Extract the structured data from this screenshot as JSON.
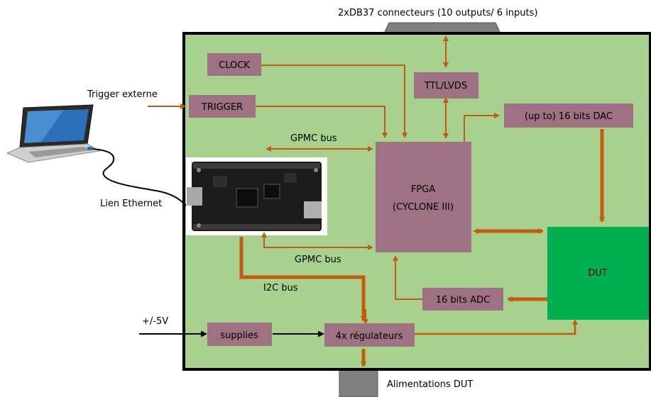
{
  "labels": {
    "connectors": "2xDB37 connecteurs (10 outputs/ 6 inputs)",
    "trigger_externe": "Trigger externe",
    "lien_ethernet": "Lien Ethernet",
    "gpmc_bus_top": "GPMC bus",
    "gpmc_bus_bottom": "GPMC bus",
    "i2c_bus": "I2C bus",
    "supply_voltage": "+/-5V",
    "alimentations_dut": "Alimentations DUT"
  },
  "boxes": {
    "clock": "CLOCK",
    "trigger": "TRIGGER",
    "ttl_lvds": "TTL/LVDS",
    "dac": "(up to)  16 bits DAC",
    "fpga_line1": "FPGA",
    "fpga_line2": "(CYCLONE III)",
    "dut": "DUT",
    "adc": "16 bits ADC",
    "supplies": "supplies",
    "regulators": "4x régulateurs"
  },
  "colors": {
    "board": "#a9d18e",
    "box": "#9e7183",
    "dut": "#00b050",
    "arrow": "#c55a11",
    "connector": "#808080"
  }
}
